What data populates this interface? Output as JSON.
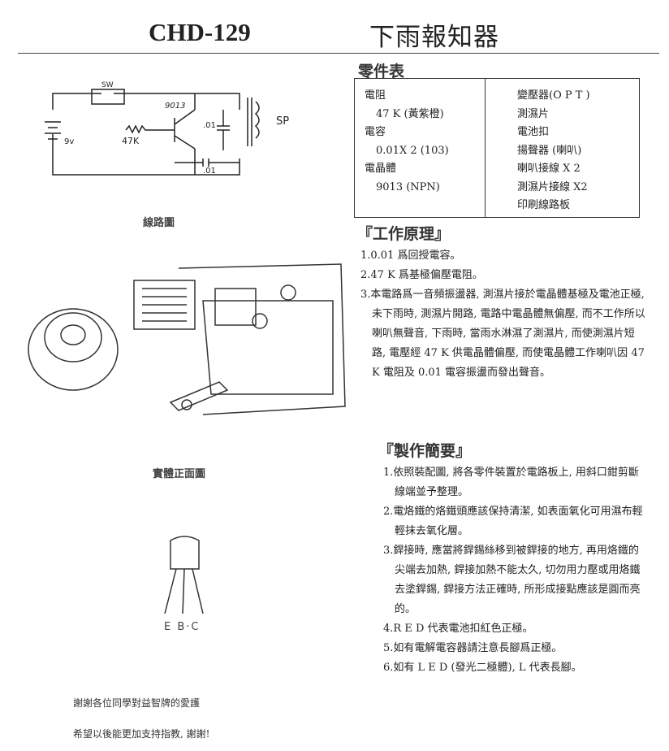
{
  "header": {
    "model": "CHD-129",
    "title": "下雨報知器"
  },
  "parts": {
    "heading": "零件表",
    "left": [
      "電阻",
      "47 K (黃紫橙)",
      "電容",
      "0.01X 2 (103)",
      "電晶體",
      "9013 (NPN)"
    ],
    "right": [
      "變壓器(O P T )",
      "測濕片",
      "電池扣",
      "揚聲器 (喇叭)",
      "喇叭接線 X 2",
      "測濕片接線 X2",
      "印刷線路板"
    ]
  },
  "principle": {
    "heading": "『工作原理』",
    "items": [
      "1.0.01 爲回授電容。",
      "2.47 K 爲基極偏壓電阻。",
      "3.本電路爲一音頻振盪器, 測濕片接於電晶體基極及電池正極, 未下雨時, 測濕片開路, 電路中電晶體無偏壓, 而不工作所以喇叭無聲音, 下雨時, 當雨水淋濕了測濕片, 而使測濕片短路, 電壓經 47 K 供電晶體偏壓, 而使電晶體工作喇叭因 47 K 電阻及 0.01 電容振盪而發出聲音。"
    ]
  },
  "steps": {
    "heading": "『製作簡要』",
    "items": [
      "1.依照裝配圖, 將各零件裝置於電路板上, 用斜口鉗剪斷線端並予整理。",
      "2.電烙鐵的烙鐵頭應該保持清潔, 如表面氧化可用濕布輕輕抹去氧化層。",
      "3.銲接時, 應當將銲錫絲移到被銲接的地方, 再用烙鐵的尖端去加熱, 銲接加熱不能太久, 切勿用力壓或用烙鐵去塗銲錫, 銲接方法正確時, 所形成接點應該是圓而亮的。",
      "4.R E D 代表電池扣紅色正極。",
      "5.如有電解電容器請注意長腳爲正極。",
      "6.如有 L E D (發光二極體), L 代表長腳。"
    ]
  },
  "captions": {
    "circuit": "線路圖",
    "board": "實體正面圖",
    "pins": "E B·C"
  },
  "circuit_labels": {
    "sw": "SW",
    "transistor": "9013",
    "cap1": ".01",
    "cap2": ".01",
    "resistor": "47K",
    "battery": "9v",
    "speaker": "SP"
  },
  "footer": {
    "line1": "謝謝各位同學對益智牌的愛護",
    "line2": "希望以後能更加支持指教, 謝謝!"
  }
}
